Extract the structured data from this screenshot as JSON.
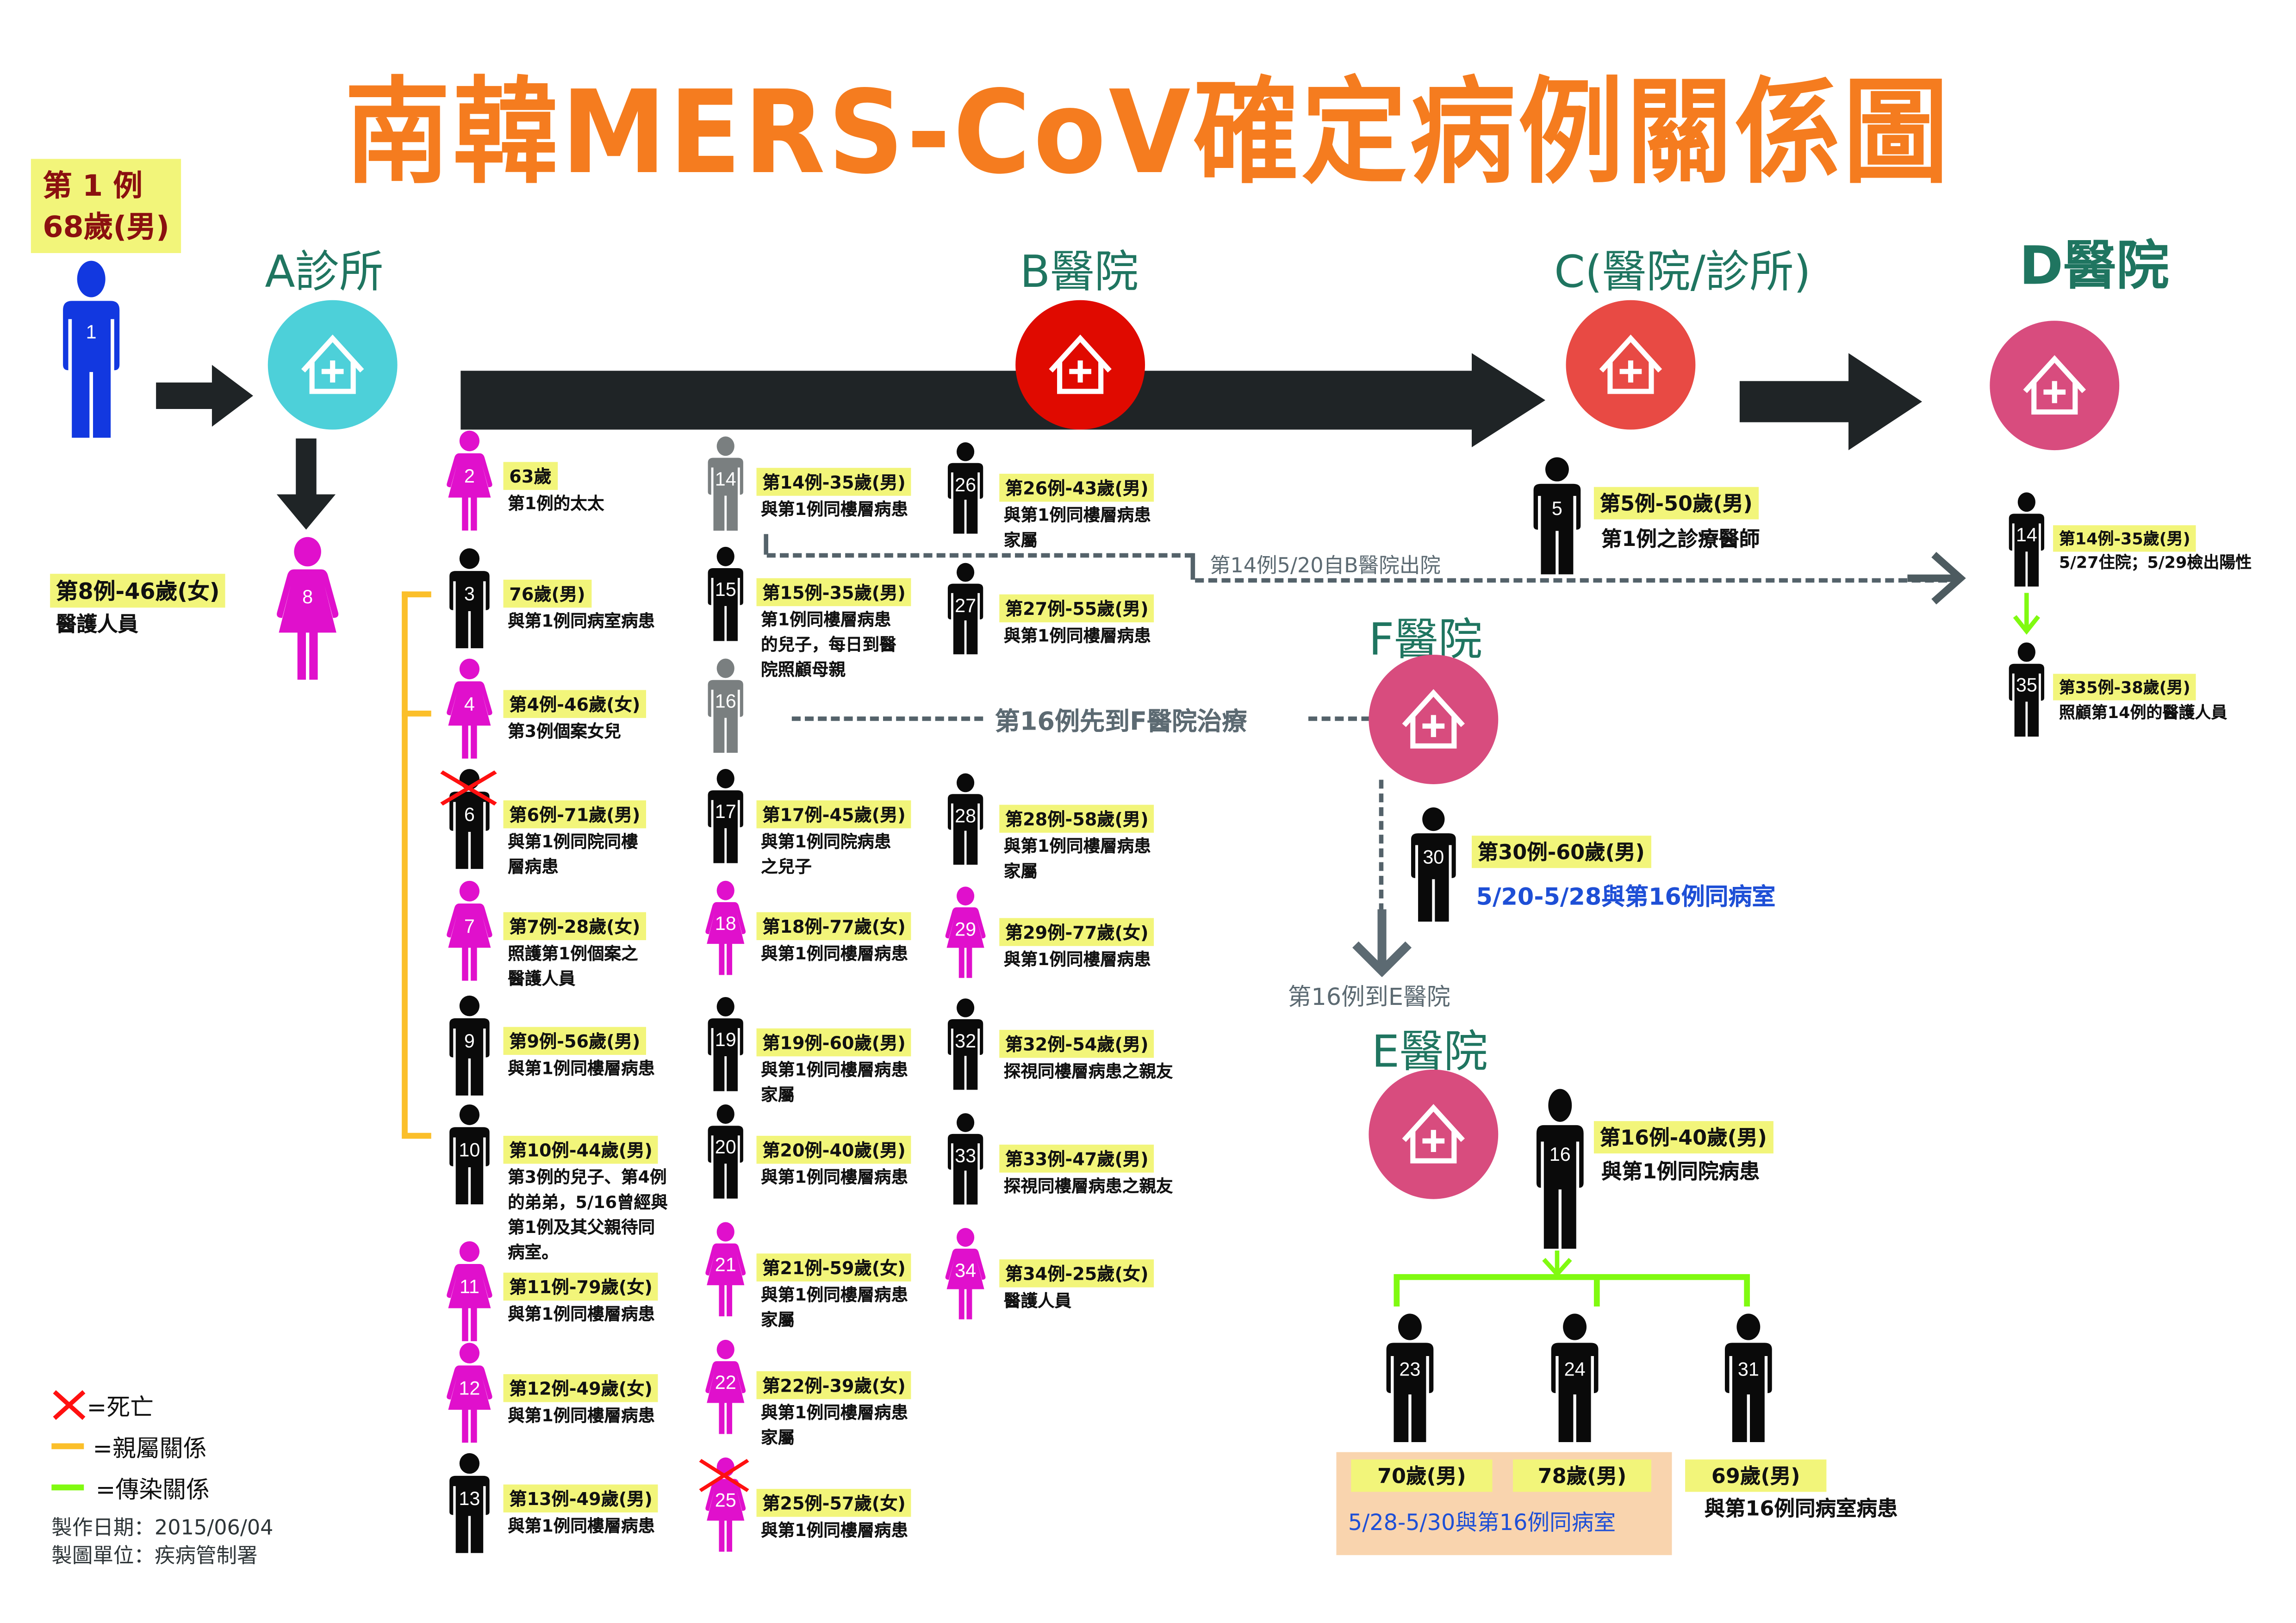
{
  "title": "南韓MERS-CoV確定病例關係圖",
  "colors": {
    "title": "#f57c1f",
    "hospital_label": "#1f7560",
    "male": "#0a0a0a",
    "female": "#e010cc",
    "index_case": "#1238e0",
    "transferred": "#7a7f80",
    "tag_bg": "#f2f57a",
    "kin_line": "#fbbf2a",
    "transmission_line": "#80fa10",
    "death_mark": "#ff1010",
    "hospital_a": "#4dd0d9",
    "hospital_b": "#e00a00",
    "hospital_c": "#e84a44",
    "hospital_def": "#d84c7e"
  },
  "case1": {
    "line1": "第 1 例",
    "line2": "68歲(男)",
    "num": "1"
  },
  "hospitals": {
    "a": {
      "label": "A診所"
    },
    "b": {
      "label": "B醫院"
    },
    "c": {
      "label": "C(醫院/診所)"
    },
    "d": {
      "label": "D醫院"
    },
    "e": {
      "label": "E醫院"
    },
    "f": {
      "label": "F醫院"
    }
  },
  "case8": {
    "num": "8",
    "tag": "第8例-46歲(女)",
    "desc": "醫護人員"
  },
  "col1": [
    {
      "num": "2",
      "sex": "F",
      "tag": "63歲",
      "desc": "第1例的太太"
    },
    {
      "num": "3",
      "sex": "M",
      "tag": "76歲(男)",
      "desc": "與第1例同病室病患"
    },
    {
      "num": "4",
      "sex": "F",
      "tag": "第4例-46歲(女)",
      "desc": "第3例個案女兒"
    },
    {
      "num": "6",
      "sex": "M",
      "dead": true,
      "tag": "第6例-71歲(男)",
      "desc": "與第1例同院同樓\n層病患"
    },
    {
      "num": "7",
      "sex": "F",
      "tag": "第7例-28歲(女)",
      "desc": "照護第1例個案之\n醫護人員"
    },
    {
      "num": "9",
      "sex": "M",
      "tag": "第9例-56歲(男)",
      "desc": "與第1例同樓層病患"
    },
    {
      "num": "10",
      "sex": "M",
      "tag": "第10例-44歲(男)",
      "desc": "第3例的兒子、第4例\n的弟弟，5/16曾經與\n第1例及其父親待同\n病室。"
    },
    {
      "num": "11",
      "sex": "F",
      "tag": "第11例-79歲(女)",
      "desc": "與第1例同樓層病患"
    },
    {
      "num": "12",
      "sex": "F",
      "tag": "第12例-49歲(女)",
      "desc": "與第1例同樓層病患"
    },
    {
      "num": "13",
      "sex": "M",
      "tag": "第13例-49歲(男)",
      "desc": "與第1例同樓層病患"
    }
  ],
  "col2": [
    {
      "num": "14",
      "sex": "G",
      "tag": "第14例-35歲(男)",
      "desc": "與第1例同樓層病患"
    },
    {
      "num": "15",
      "sex": "M",
      "tag": "第15例-35歲(男)",
      "desc": "第1例同樓層病患\n的兒子，每日到醫\n院照顧母親"
    },
    {
      "num": "16",
      "sex": "G",
      "tag": "",
      "desc": ""
    },
    {
      "num": "17",
      "sex": "M",
      "tag": "第17例-45歲(男)",
      "desc": "與第1例同院病患\n之兒子"
    },
    {
      "num": "18",
      "sex": "F",
      "tag": "第18例-77歲(女)",
      "desc": "與第1例同樓層病患"
    },
    {
      "num": "19",
      "sex": "M",
      "tag": "第19例-60歲(男)",
      "desc": "與第1例同樓層病患\n家屬"
    },
    {
      "num": "20",
      "sex": "M",
      "tag": "第20例-40歲(男)",
      "desc": "與第1例同樓層病患"
    },
    {
      "num": "21",
      "sex": "F",
      "tag": "第21例-59歲(女)",
      "desc": "與第1例同樓層病患\n家屬"
    },
    {
      "num": "22",
      "sex": "F",
      "tag": "第22例-39歲(女)",
      "desc": "與第1例同樓層病患\n家屬"
    },
    {
      "num": "25",
      "sex": "F",
      "dead": true,
      "tag": "第25例-57歲(女)",
      "desc": "與第1例同樓層病患"
    }
  ],
  "col3": [
    {
      "num": "26",
      "sex": "M",
      "tag": "第26例-43歲(男)",
      "desc": "與第1例同樓層病患\n家屬"
    },
    {
      "num": "27",
      "sex": "M",
      "tag": "第27例-55歲(男)",
      "desc": "與第1例同樓層病患"
    },
    {
      "num": "28",
      "sex": "M",
      "tag": "第28例-58歲(男)",
      "desc": "與第1例同樓層病患\n家屬"
    },
    {
      "num": "29",
      "sex": "F",
      "tag": "第29例-77歲(女)",
      "desc": "與第1例同樓層病患"
    },
    {
      "num": "32",
      "sex": "M",
      "tag": "第32例-54歲(男)",
      "desc": "探視同樓層病患之親友"
    },
    {
      "num": "33",
      "sex": "M",
      "tag": "第33例-47歲(男)",
      "desc": "探視同樓層病患之親友"
    },
    {
      "num": "34",
      "sex": "F",
      "tag": "第34例-25歲(女)",
      "desc": "醫護人員"
    }
  ],
  "case5": {
    "num": "5",
    "tag": "第5例-50歲(男)",
    "desc": "第1例之診療醫師"
  },
  "notes": {
    "case14_discharge": "第14例5/20自B醫院出院",
    "case16_to_f": "第16例先到F醫院治療",
    "case16_to_e": "第16例到E醫院"
  },
  "d_cases": [
    {
      "num": "14",
      "tag": "第14例-35歲(男)",
      "desc": "5/27住院；5/29檢出陽性"
    },
    {
      "num": "35",
      "tag": "第35例-38歲(男)",
      "desc": "照顧第14例的醫護人員"
    }
  ],
  "case30": {
    "num": "30",
    "tag": "第30例-60歲(男)",
    "desc": "5/20-5/28與第16例同病室"
  },
  "case16": {
    "num": "16",
    "tag": "第16例-40歲(男)",
    "desc": "與第1例同院病患"
  },
  "e_cases": [
    {
      "num": "23",
      "tag": "70歲(男)"
    },
    {
      "num": "24",
      "tag": "78歲(男)"
    },
    {
      "num": "31",
      "tag": "69歲(男)",
      "desc": "與第16例同病室病患"
    }
  ],
  "e_shared_note": "5/28-5/30與第16例同病室",
  "legend": [
    {
      "icon": "red-x",
      "label": "=死亡"
    },
    {
      "icon": "orange-line",
      "label": "=親屬關係"
    },
    {
      "icon": "green-line",
      "label": "=傳染關係"
    }
  ],
  "footer": {
    "date_line": "製作日期：2015/06/04",
    "unit_line": "製圖單位：疾病管制署"
  }
}
